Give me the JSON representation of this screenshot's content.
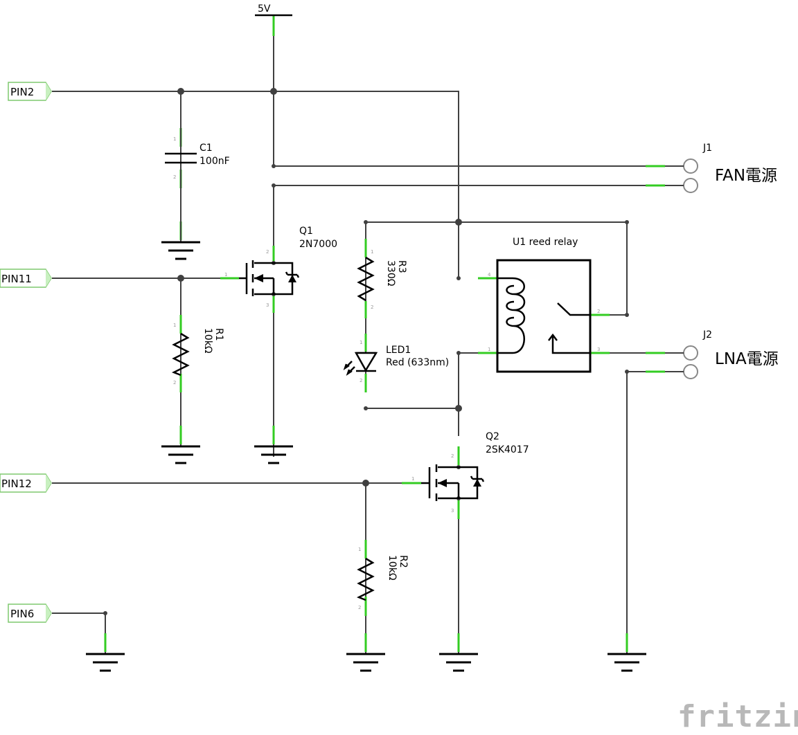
{
  "ports": {
    "pin2": "PIN2",
    "pin11": "PIN11",
    "pin12": "PIN12",
    "pin6": "PIN6"
  },
  "power": {
    "vcc": "5V"
  },
  "components": {
    "c1": {
      "ref": "C1",
      "value": "100nF"
    },
    "q1": {
      "ref": "Q1",
      "value": "2N7000"
    },
    "r1": {
      "ref": "R1",
      "value": "10kΩ"
    },
    "r3": {
      "ref": "R3",
      "value": "330Ω"
    },
    "led1": {
      "ref": "LED1",
      "value": "Red (633nm)"
    },
    "u1": {
      "label": "U1 reed relay"
    },
    "q2": {
      "ref": "Q2",
      "value": "2SK4017"
    },
    "r2": {
      "ref": "R2",
      "value": "10kΩ"
    },
    "j1": {
      "ref": "J1",
      "name": "FAN電源"
    },
    "j2": {
      "ref": "J2",
      "name": "LNA電源"
    }
  },
  "pin_numbers": {
    "one": "1",
    "two": "2",
    "three": "3",
    "four": "4"
  },
  "watermark": "fritzing",
  "colors": {
    "wire": "#404040",
    "pin": "#33cc22",
    "symbol": "#000000",
    "port_fill": "#ffffff",
    "port_border": "#33cc22",
    "watermark": "#b8b8b8"
  }
}
